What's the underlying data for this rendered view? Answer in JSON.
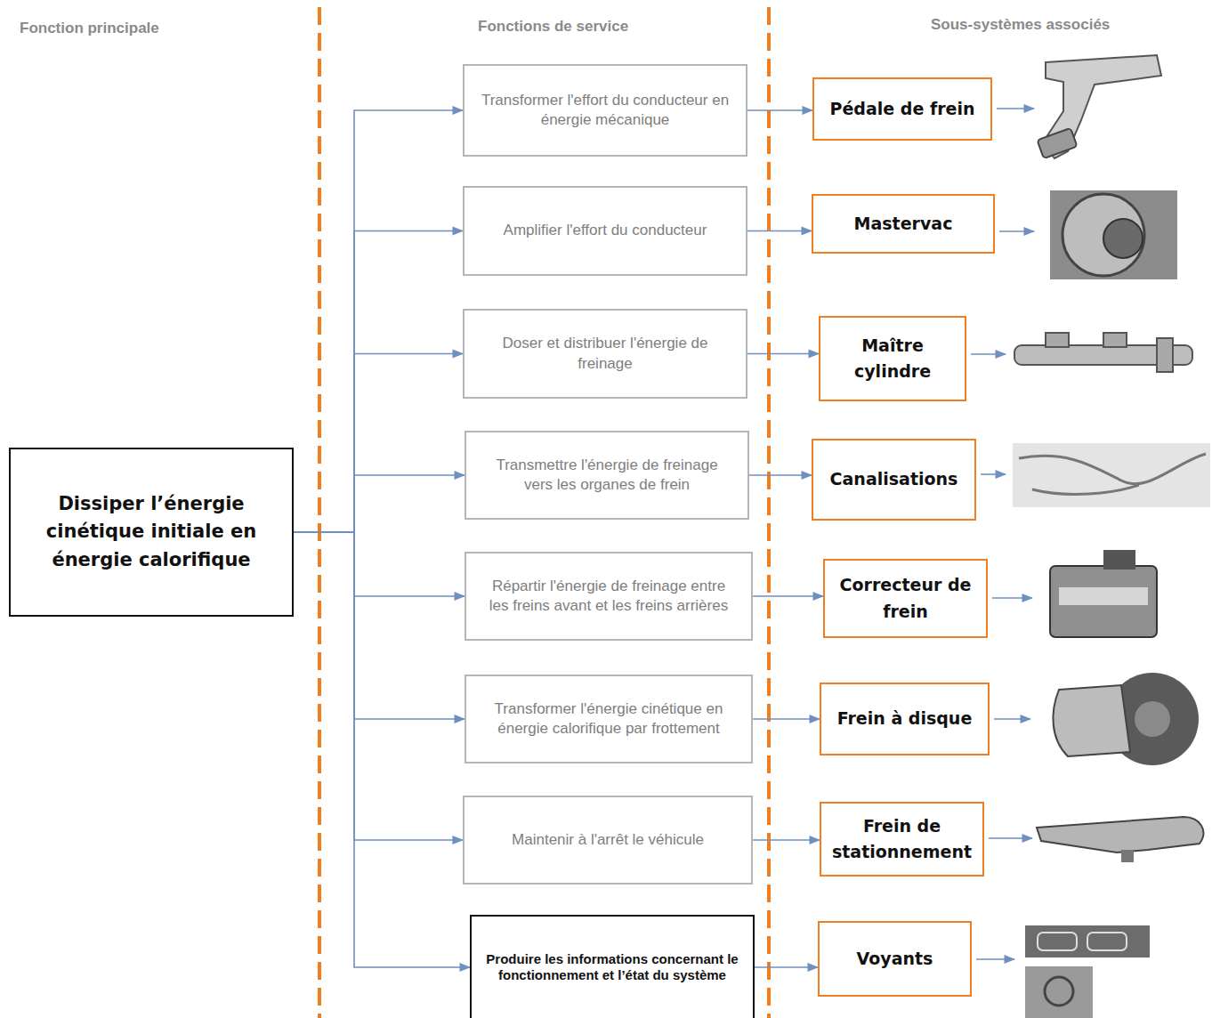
{
  "diagram": {
    "nodes": [
      {
        "text": [
          "Dissiper l’énergie cinétique initiale en énergie calorifique"
        ]
      },
      {
        "text": [
          "Transformer l'effort du conducteur en énergie mécanique"
        ]
      },
      {
        "text": [
          "Amplifier l'effort du conducteur"
        ]
      },
      {
        "text": [
          "Doser et distribuer l'énergie de freinage"
        ]
      },
      {
        "text": [
          "Transmettre l'énergie de freinage vers les organes de frein"
        ]
      },
      {
        "text": [
          "Répartir l'énergie de freinage entre les freins avant et les freins arrières"
        ]
      },
      {
        "text": [
          "Transformer l'énergie cinétique en énergie calorifique par frottement"
        ]
      },
      {
        "text": [
          "Maintenir à l'arrêt le véhicule"
        ]
      },
      {
        "text": [
          "Produire les informations concernant le fonctionnement et l’état du système"
        ]
      },
      {
        "text": [
          "Pédale de frein"
        ]
      },
      {
        "text": [
          "Mastervac"
        ]
      },
      {
        "text": [
          "Maître cylindre"
        ]
      },
      {
        "text": [
          "Canalisations"
        ]
      },
      {
        "text": [
          "Correcteur de frein"
        ]
      },
      {
        "text": [
          "Frein à disque"
        ]
      },
      {
        "text": [
          "Frein de stationnement"
        ]
      },
      {
        "text": [
          "Voyants"
        ]
      }
    ],
    "edges": [
      {
        "from": 0,
        "to": 1,
        "arrow": "to"
      },
      {
        "from": 0,
        "to": 2,
        "arrow": "to"
      },
      {
        "from": 0,
        "to": 3,
        "arrow": "to"
      },
      {
        "from": 0,
        "to": 4,
        "arrow": "to"
      },
      {
        "from": 0,
        "to": 5,
        "arrow": "to"
      },
      {
        "from": 0,
        "to": 6,
        "arrow": "to"
      },
      {
        "from": 0,
        "to": 7,
        "arrow": "to"
      },
      {
        "from": 0,
        "to": 8,
        "arrow": "to"
      },
      {
        "from": 1,
        "to": 9,
        "arrow": "to"
      },
      {
        "from": 2,
        "to": 10,
        "arrow": "to"
      },
      {
        "from": 3,
        "to": 11,
        "arrow": "to"
      },
      {
        "from": 4,
        "to": 12,
        "arrow": "to"
      },
      {
        "from": 5,
        "to": 13,
        "arrow": "to"
      },
      {
        "from": 6,
        "to": 14,
        "arrow": "to"
      },
      {
        "from": 7,
        "to": 15,
        "arrow": "to"
      },
      {
        "from": 8,
        "to": 16,
        "arrow": "to"
      }
    ],
    "labels": [
      "Fonction principale",
      "Fonctions de service",
      "Sous-systèmes associés"
    ]
  }
}
